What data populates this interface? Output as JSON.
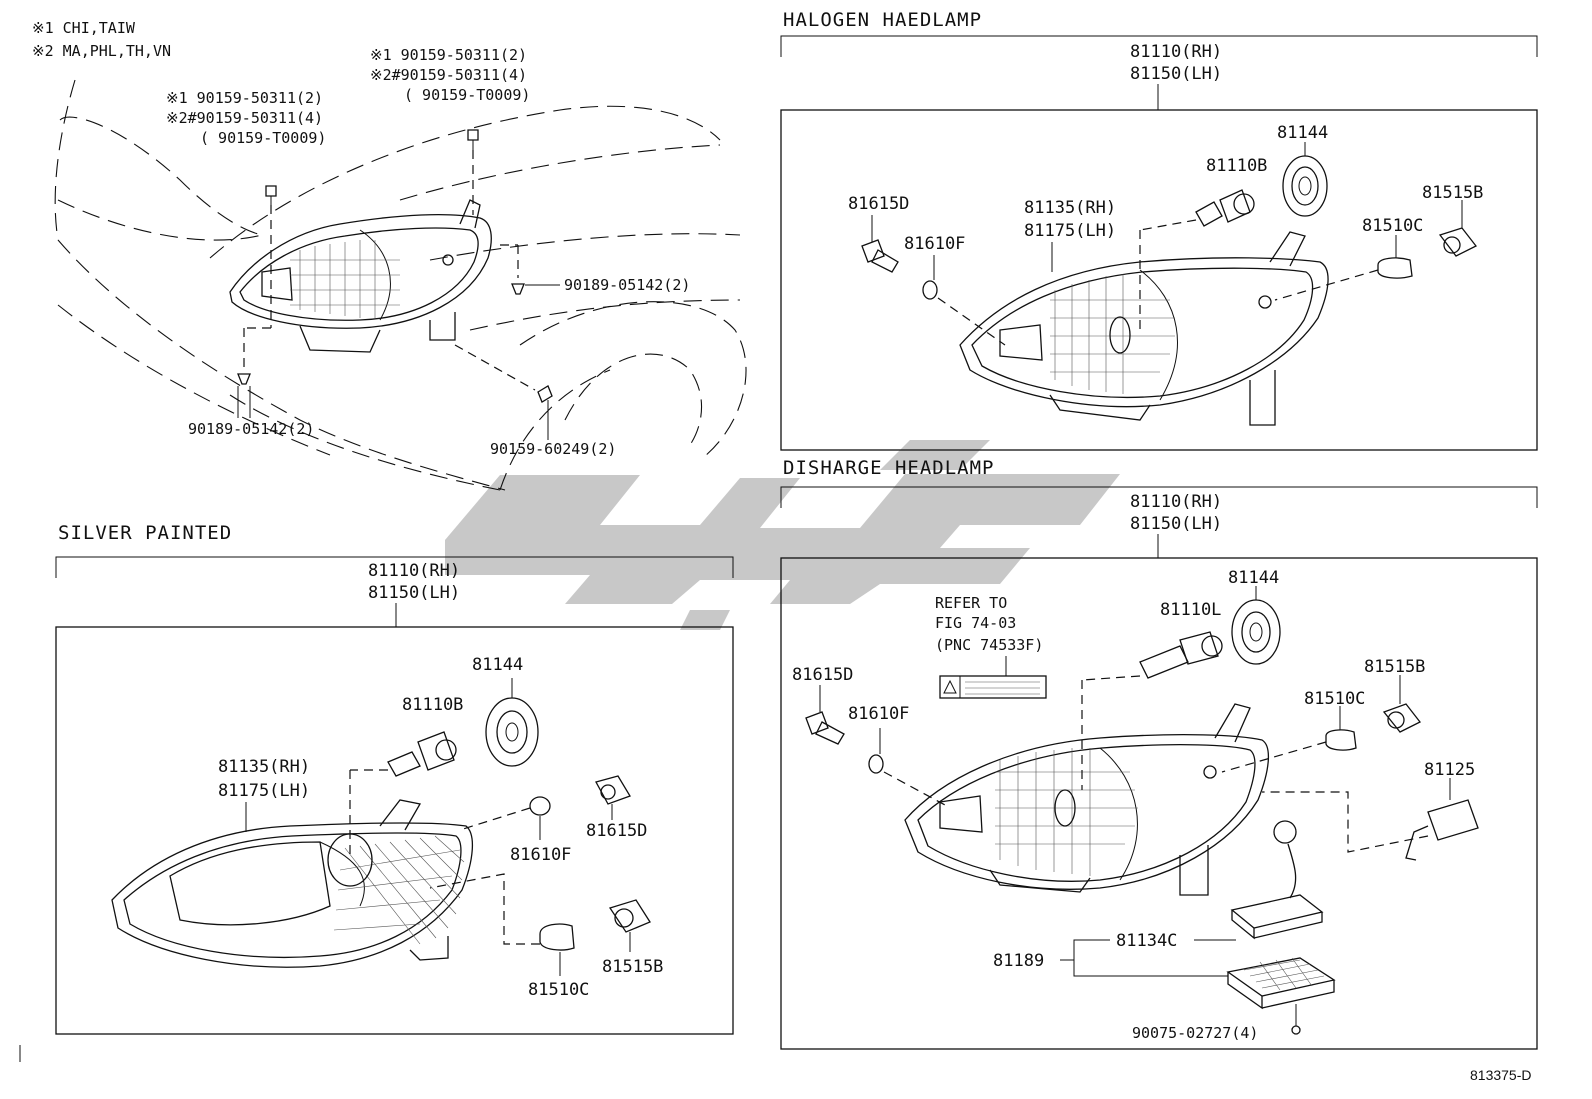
{
  "notes": {
    "note1": "※1 CHI,TAIW",
    "note2": "※2 MA,PHL,TH,VN"
  },
  "overview": {
    "callout_a": [
      "※1  90159-50311(2)",
      "※2#90159-50311(4)",
      "( 90159-T0009)"
    ],
    "callout_b": [
      "※1  90159-50311(2)",
      "※2#90159-50311(4)",
      "( 90159-T0009)"
    ],
    "clip_right": "90189-05142(2)",
    "clip_bottom": "90189-05142(2)",
    "screw": "90159-60249(2)"
  },
  "halogen": {
    "heading": "HALOGEN HAEDLAMP",
    "assembly": [
      "81110(RH)",
      "81150(LH)"
    ],
    "parts": {
      "cap": "81144",
      "bulb": "81110B",
      "socket_d": "81615D",
      "bulb_f": "81610F",
      "unit": [
        "81135(RH)",
        "81175(LH)"
      ],
      "bulb_c": "81510C",
      "socket_b": "81515B"
    }
  },
  "discharge": {
    "heading": "DISHARGE HEADLAMP",
    "assembly": [
      "81110(RH)",
      "81150(LH)"
    ],
    "refer": [
      "REFER TO",
      "FIG 74-03",
      "(PNC 74533F)"
    ],
    "parts": {
      "cap": "81144",
      "bulb": "81110L",
      "socket_d": "81615D",
      "bulb_f": "81610F",
      "socket_b": "81515B",
      "bulb_c": "81510C",
      "harness": "81125",
      "computer": "81134C",
      "ballast": "81189",
      "screw": "90075-02727(4)"
    }
  },
  "silver": {
    "heading": "SILVER PAINTED",
    "assembly": [
      "81110(RH)",
      "81150(LH)"
    ],
    "parts": {
      "cap": "81144",
      "bulb": "81110B",
      "unit": [
        "81135(RH)",
        "81175(LH)"
      ],
      "socket_d": "81615D",
      "bulb_f": "81610F",
      "bulb_c": "81510C",
      "socket_b": "81515B"
    }
  },
  "figure_code": "813375-D"
}
